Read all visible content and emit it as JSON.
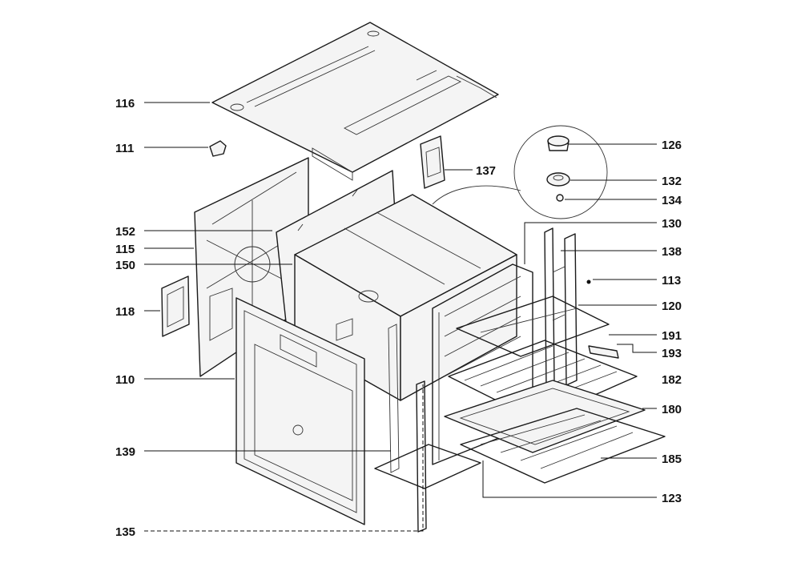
{
  "callouts": {
    "c116": "116",
    "c111": "111",
    "c152": "152",
    "c115": "115",
    "c150": "150",
    "c118": "118",
    "c110": "110",
    "c139": "139",
    "c135": "135",
    "c126": "126",
    "c137": "137",
    "c132": "132",
    "c134": "134",
    "c130": "130",
    "c138": "138",
    "c113": "113",
    "c120": "120",
    "c191": "191",
    "c193": "193",
    "c182": "182",
    "c180": "180",
    "c185": "185",
    "c123": "123"
  },
  "colors": {
    "line": "#1a1a1a",
    "panel": "#f4f4f4",
    "background": "#ffffff"
  }
}
